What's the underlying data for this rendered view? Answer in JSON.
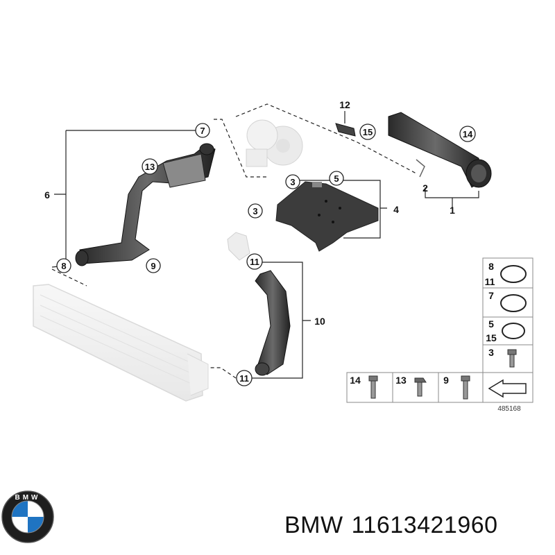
{
  "callouts": {
    "c1": "1",
    "c2": "2",
    "c3a": "3",
    "c3b": "3",
    "c4": "4",
    "c5": "5",
    "c6": "6",
    "c7": "7",
    "c8": "8",
    "c9": "9",
    "c10": "10",
    "c11a": "11",
    "c11b": "11",
    "c12": "12",
    "c13": "13",
    "c14": "14",
    "c15": "15"
  },
  "legend": {
    "rows": [
      {
        "a": "8",
        "b": "11",
        "part": "o-ring"
      },
      {
        "a": "7",
        "b": "",
        "part": "o-ring"
      },
      {
        "a": "5",
        "b": "15",
        "part": "o-ring"
      },
      {
        "a": "3",
        "b": "",
        "part": "bolt"
      }
    ],
    "bottom": [
      "14",
      "13",
      "9"
    ]
  },
  "drawing_number": "485168",
  "brand": {
    "name": "BMW",
    "part_number": "11613421960",
    "logo_letters": "BMW"
  }
}
